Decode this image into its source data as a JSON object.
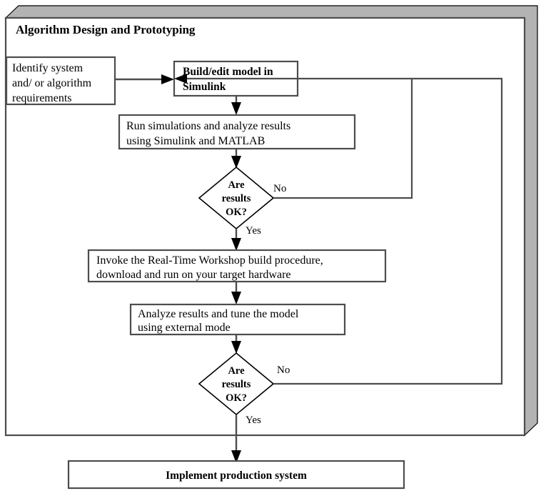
{
  "diagram": {
    "type": "flowchart",
    "panel_title": "Algorithm Design and Prototyping",
    "colors": {
      "background": "#ffffff",
      "box_stroke": "#4d4d4d",
      "diamond_stroke": "#000000",
      "panel_shadow": "#b3b3b3",
      "text": "#000000"
    },
    "nodes": {
      "identify": {
        "shape": "rect",
        "line1": "Identify system",
        "line2": "and/ or algorithm",
        "line3": "requirements"
      },
      "build": {
        "shape": "rect",
        "line1": "Build/edit model in",
        "line2": "Simulink"
      },
      "simulate": {
        "shape": "rect",
        "line1": "Run simulations and analyze results",
        "line2": "using Simulink and MATLAB"
      },
      "decision1": {
        "shape": "diamond",
        "line1": "Are",
        "line2": "results",
        "line3": "OK?"
      },
      "invoke": {
        "shape": "rect",
        "line1": "Invoke the Real-Time Workshop build procedure,",
        "line2": "download and run on your target hardware"
      },
      "analyze": {
        "shape": "rect",
        "line1": "Analyze results and tune the model",
        "line2": "using external mode"
      },
      "decision2": {
        "shape": "diamond",
        "line1": "Are",
        "line2": "results",
        "line3": "OK?"
      },
      "implement": {
        "shape": "rect",
        "line1": "Implement production system"
      }
    },
    "edge_labels": {
      "d1_no": "No",
      "d1_yes": "Yes",
      "d2_no": "No",
      "d2_yes": "Yes"
    }
  }
}
